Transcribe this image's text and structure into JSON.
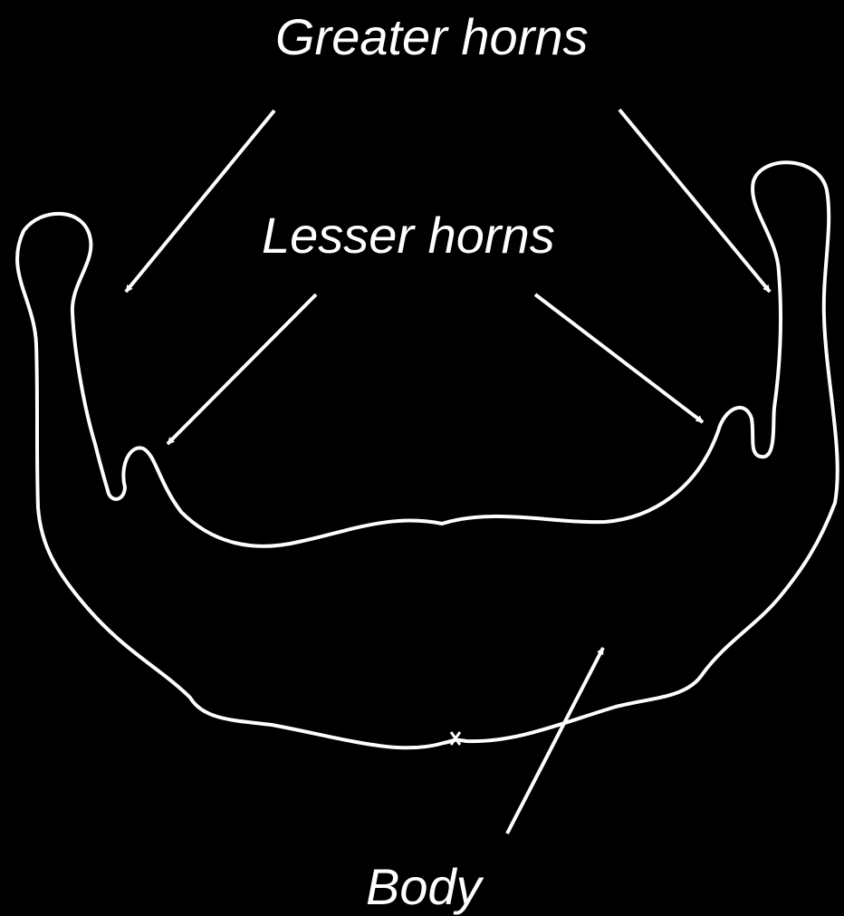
{
  "labels": {
    "greater_horns": "Greater horns",
    "lesser_horns": "Lesser horns",
    "body": "Body"
  },
  "colors": {
    "background": "#000000",
    "stroke": "#ffffff"
  }
}
